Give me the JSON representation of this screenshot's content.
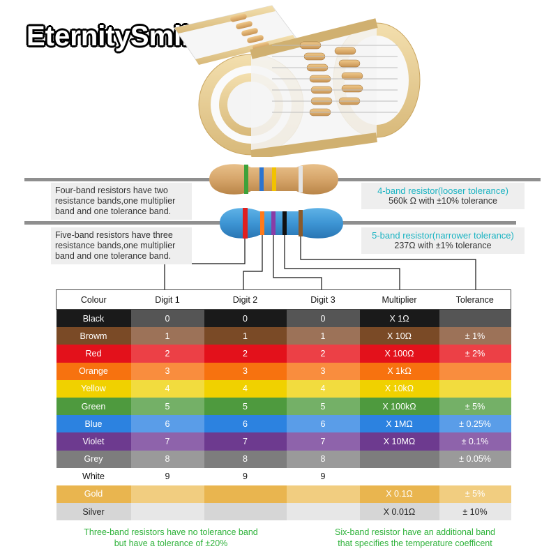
{
  "brand": "EternitySmile",
  "four_band": {
    "description": "Four-band resistors have two resistance bands,one multiplier band and one tolerance band.",
    "label_title": "4-band resistor(looser tolerance)",
    "label_value": "560k Ω with ±10% tolerance"
  },
  "five_band": {
    "description": "Five-band resistors have three resistance bands,one multiplier band and one tolerance band.",
    "label_title": "5-band resistor(narrower tolerance)",
    "label_value": "237Ω with ±1% tolerance"
  },
  "table": {
    "headers": [
      "Colour",
      "Digit 1",
      "Digit 2",
      "Digit 3",
      "Multiplier",
      "Tolerance"
    ],
    "rows": [
      {
        "colour": "Black",
        "digit1": "0",
        "digit2": "0",
        "digit3": "0",
        "multiplier": "X 1Ω",
        "tolerance": "",
        "colors": [
          "#1a1a1a",
          "#555555",
          "#1a1a1a",
          "#555555",
          "#1a1a1a",
          "#555555"
        ],
        "text": "#ffffff"
      },
      {
        "colour": "Browm",
        "digit1": "1",
        "digit2": "1",
        "digit3": "1",
        "multiplier": "X 10Ω",
        "tolerance": "± 1%",
        "colors": [
          "#7a4a26",
          "#9c7258",
          "#7a4a26",
          "#9c7258",
          "#7a4a26",
          "#9c7258"
        ],
        "text": "#ffffff"
      },
      {
        "colour": "Red",
        "digit1": "2",
        "digit2": "2",
        "digit3": "2",
        "multiplier": "X 100Ω",
        "tolerance": "± 2%",
        "colors": [
          "#e3111b",
          "#ec4046",
          "#e3111b",
          "#ec4046",
          "#e3111b",
          "#ec4046"
        ],
        "text": "#ffffff"
      },
      {
        "colour": "Orange",
        "digit1": "3",
        "digit2": "3",
        "digit3": "3",
        "multiplier": "X 1kΩ",
        "tolerance": "",
        "colors": [
          "#f7720f",
          "#f98d3e",
          "#f7720f",
          "#f98d3e",
          "#f7720f",
          "#f98d3e"
        ],
        "text": "#ffffff"
      },
      {
        "colour": "Yellow",
        "digit1": "4",
        "digit2": "4",
        "digit3": "4",
        "multiplier": "X 10kΩ",
        "tolerance": "",
        "colors": [
          "#f0d100",
          "#f2dc3e",
          "#f0d100",
          "#f2dc3e",
          "#f0d100",
          "#f2dc3e"
        ],
        "text": "#ffffff"
      },
      {
        "colour": "Green",
        "digit1": "5",
        "digit2": "5",
        "digit3": "5",
        "multiplier": "X 100kΩ",
        "tolerance": "± 5%",
        "colors": [
          "#4e9a3e",
          "#74b067",
          "#4e9a3e",
          "#74b067",
          "#4e9a3e",
          "#74b067"
        ],
        "text": "#ffffff"
      },
      {
        "colour": "Blue",
        "digit1": "6",
        "digit2": "6",
        "digit3": "6",
        "multiplier": "X 1MΩ",
        "tolerance": "± 0.25%",
        "colors": [
          "#2c82e0",
          "#5a9de8",
          "#2c82e0",
          "#5a9de8",
          "#2c82e0",
          "#5a9de8"
        ],
        "text": "#ffffff"
      },
      {
        "colour": "Violet",
        "digit1": "7",
        "digit2": "7",
        "digit3": "7",
        "multiplier": "X 10MΩ",
        "tolerance": "± 0.1%",
        "colors": [
          "#6d3a8f",
          "#8e63ab",
          "#6d3a8f",
          "#8e63ab",
          "#6d3a8f",
          "#8e63ab"
        ],
        "text": "#ffffff"
      },
      {
        "colour": "Grey",
        "digit1": "8",
        "digit2": "8",
        "digit3": "8",
        "multiplier": "",
        "tolerance": "± 0.05%",
        "colors": [
          "#7d7d7d",
          "#9a9a9a",
          "#7d7d7d",
          "#9a9a9a",
          "#7d7d7d",
          "#9a9a9a"
        ],
        "text": "#ffffff"
      },
      {
        "colour": "White",
        "digit1": "9",
        "digit2": "9",
        "digit3": "9",
        "multiplier": "",
        "tolerance": "",
        "colors": [
          "#ffffff",
          "#ffffff",
          "#ffffff",
          "#ffffff",
          "#ffffff",
          "#ffffff"
        ],
        "text": "#111111"
      },
      {
        "colour": "Gold",
        "digit1": "",
        "digit2": "",
        "digit3": "",
        "multiplier": "X 0.1Ω",
        "tolerance": "± 5%",
        "colors": [
          "#e9b54f",
          "#f1cd80",
          "#e9b54f",
          "#f1cd80",
          "#e9b54f",
          "#f1cd80"
        ],
        "text": "#ffffff"
      },
      {
        "colour": "Silver",
        "digit1": "",
        "digit2": "",
        "digit3": "",
        "multiplier": "X 0.01Ω",
        "tolerance": "± 10%",
        "colors": [
          "#d6d6d6",
          "#e7e7e7",
          "#d6d6d6",
          "#e7e7e7",
          "#d6d6d6",
          "#e7e7e7"
        ],
        "text": "#222222"
      }
    ]
  },
  "footer": {
    "left_line1": "Three-band resistors have no tolerance band",
    "left_line2": "but have a tolerance of ±20%",
    "right_line1": "Six-band resistor have an additional band",
    "right_line2": "that specifies the temperature coefficent"
  },
  "colors": {
    "accent_teal": "#19b3c2",
    "footer_green": "#2eb23a"
  }
}
